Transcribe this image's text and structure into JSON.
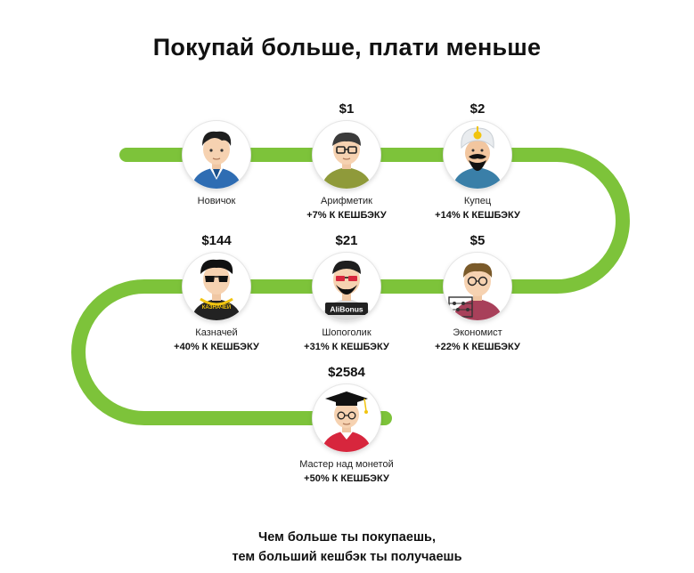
{
  "title": "Покупай больше, плати меньше",
  "accent_color": "#7dc33a",
  "levels": [
    {
      "name": "Новичок",
      "price": "",
      "bonus": "",
      "icon": "newbie-avatar-icon"
    },
    {
      "name": "Арифметик",
      "price": "$1",
      "bonus": "+7% К КЕШБЭКУ",
      "icon": "arithmetician-avatar-icon"
    },
    {
      "name": "Купец",
      "price": "$2",
      "bonus": "+14% К КЕШБЭКУ",
      "icon": "merchant-avatar-icon"
    },
    {
      "name": "Экономист",
      "price": "$5",
      "bonus": "+22% К КЕШБЭКУ",
      "icon": "economist-avatar-icon"
    },
    {
      "name": "Шопоголик",
      "price": "$21",
      "bonus": "+31% К КЕШБЭКУ",
      "icon": "shopaholic-avatar-icon",
      "badge": "AliBonus"
    },
    {
      "name": "Казначей",
      "price": "$144",
      "bonus": "+40% К КЕШБЭКУ",
      "icon": "treasurer-avatar-icon",
      "badge": "КАЗНАЧЕЙ"
    },
    {
      "name": "Мастер над монетой",
      "price": "$2584",
      "bonus": "+50% К КЕШБЭКУ",
      "icon": "master-of-coin-avatar-icon"
    }
  ],
  "footer": {
    "line1": "Чем больше ты покупаешь,",
    "line2": "тем больший кешбэк ты получаешь"
  }
}
